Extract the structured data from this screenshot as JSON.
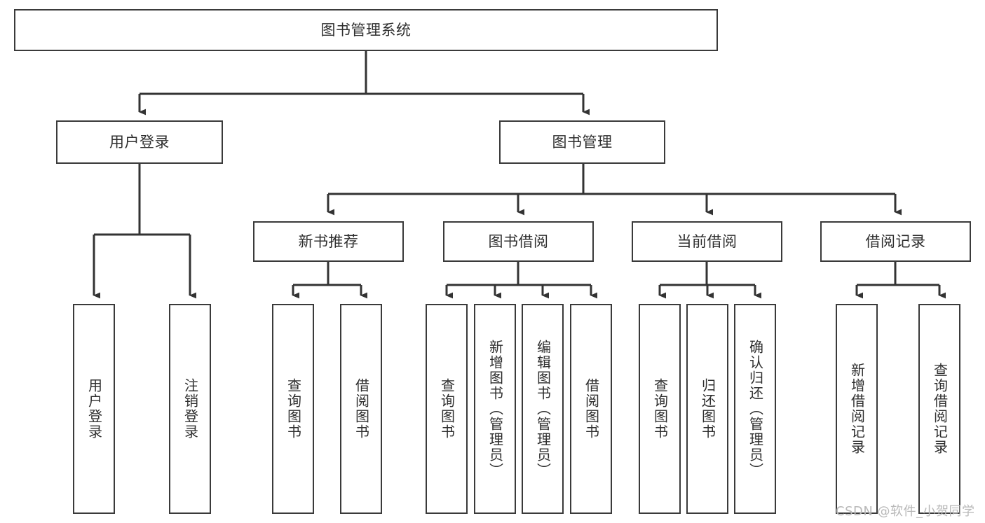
{
  "diagram": {
    "type": "tree-hierarchy",
    "title": "图书管理系统",
    "root": {
      "label": "图书管理系统"
    },
    "level2": [
      {
        "id": "user-login",
        "label": "用户登录"
      },
      {
        "id": "book-management",
        "label": "图书管理"
      }
    ],
    "level3": [
      {
        "id": "new-book-recommend",
        "label": "新书推荐",
        "parent": "book-management"
      },
      {
        "id": "book-borrow",
        "label": "图书借阅",
        "parent": "book-management"
      },
      {
        "id": "current-borrow",
        "label": "当前借阅",
        "parent": "book-management"
      },
      {
        "id": "borrow-record",
        "label": "借阅记录",
        "parent": "book-management"
      }
    ],
    "leaves": [
      {
        "id": "leaf-user-login",
        "label": "用户登录",
        "parent": "user-login"
      },
      {
        "id": "leaf-logout-login",
        "label": "注销登录",
        "parent": "user-login"
      },
      {
        "id": "leaf-query-book-1",
        "label": "查询图书",
        "parent": "new-book-recommend"
      },
      {
        "id": "leaf-borrow-book-1",
        "label": "借阅图书",
        "parent": "new-book-recommend"
      },
      {
        "id": "leaf-query-book-2",
        "label": "查询图书",
        "parent": "book-borrow"
      },
      {
        "id": "leaf-add-book",
        "label": "新增图书（管理员）",
        "parent": "book-borrow"
      },
      {
        "id": "leaf-edit-book",
        "label": "编辑图书（管理员）",
        "parent": "book-borrow"
      },
      {
        "id": "leaf-borrow-book-2",
        "label": "借阅图书",
        "parent": "book-borrow"
      },
      {
        "id": "leaf-query-book-3",
        "label": "查询图书",
        "parent": "current-borrow"
      },
      {
        "id": "leaf-return-book",
        "label": "归还图书",
        "parent": "current-borrow"
      },
      {
        "id": "leaf-confirm-return",
        "label": "确认归还（管理员）",
        "parent": "current-borrow"
      },
      {
        "id": "leaf-add-record",
        "label": "新增借阅记录",
        "parent": "borrow-record"
      },
      {
        "id": "leaf-query-record",
        "label": "查询借阅记录",
        "parent": "borrow-record"
      }
    ],
    "watermark": "CSDN @软件_小贺同学",
    "colors": {
      "border": "#3a3a3a",
      "text": "#2e2e2e",
      "connector": "#333333",
      "background": "#ffffff",
      "watermark": "#b8b8b8"
    }
  }
}
